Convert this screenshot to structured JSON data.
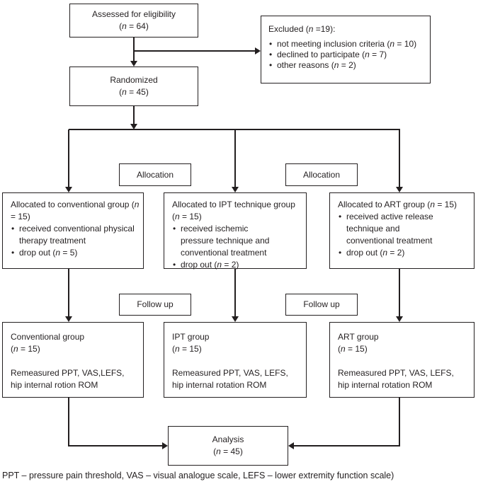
{
  "colors": {
    "ink": "#231f20",
    "background": "#ffffff"
  },
  "flow": {
    "assessed": {
      "line1": "Assessed for eligibility",
      "line2": "(n = 64)"
    },
    "excluded": {
      "title": "Excluded (n =19):",
      "bullets": [
        "not meeting inclusion criteria (n = 10)",
        "declined to participate (n = 7)",
        "other reasons (n = 2)"
      ]
    },
    "randomized": {
      "line1": "Randomized",
      "line2": "(n = 45)"
    },
    "stage_labels": {
      "allocation": "Allocation",
      "follow_up": "Follow up"
    },
    "allocation_groups": [
      {
        "title": "Allocated to conventional group (n = 15)",
        "bullets": [
          "received conventional physical therapy treatment",
          "drop out (n = 5)"
        ]
      },
      {
        "title": "Allocated to IPT technique group (n = 15)",
        "bullets": [
          "received ischemic pressure technique and conventional treatment",
          "drop out (n = 2)"
        ]
      },
      {
        "title": "Allocated to ART group (n = 15)",
        "bullets": [
          "received active release technique and conventional treatment",
          "drop out (n = 2)"
        ]
      }
    ],
    "followup_groups": [
      {
        "name": "Conventional group",
        "n": "(n = 15)",
        "remeasured_line1": "Remeasured PPT, VAS,LEFS,",
        "remeasured_line2": "hip internal rotion ROM"
      },
      {
        "name": "IPT group",
        "n": "(n = 15)",
        "remeasured_line1": "Remeasured PPT, VAS, LEFS,",
        "remeasured_line2": "hip internal rotation ROM"
      },
      {
        "name": "ART group",
        "n": "(n = 15)",
        "remeasured_line1": "Remeasured PPT, VAS, LEFS,",
        "remeasured_line2": "hip internal rotation ROM"
      }
    ],
    "analysis": {
      "line1": "Analysis",
      "line2": "(n = 45)"
    },
    "footnote": "PPT – pressure pain threshold, VAS – visual analogue scale, LEFS – lower extremity function scale)"
  }
}
